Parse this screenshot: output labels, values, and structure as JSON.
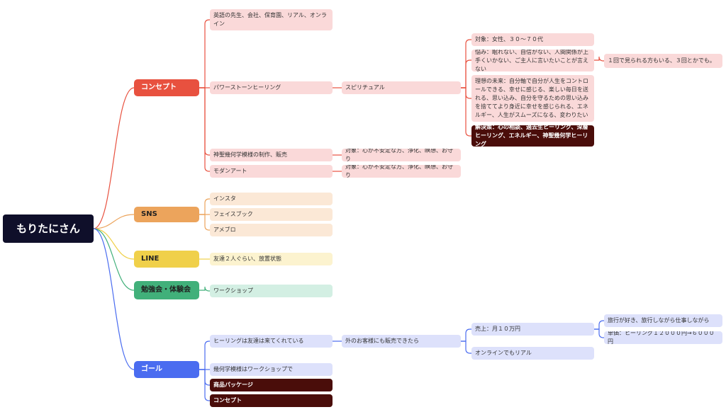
{
  "root": "もりたにさん",
  "branches": {
    "concept": {
      "label": "コンセプト",
      "color": "#e8513f",
      "items": {
        "teacher": "英語の先生、会社、保育園、リアル、オンライン",
        "powerstone": "パワーストーンヒーリング",
        "spiritual": "スピリチュアル",
        "target": "対象：女性、３０〜７０代",
        "worry": "悩み：眠れない、自信がない、人間関係が上手くいかない、ご主人に言いたいことが言えない",
        "worry_note": "１回で見られる方もいる、３回とかでも。",
        "ideal": "理想の未来：自分軸で自分が人生をコントロールできる、幸せに感じる、楽しい毎日を送れる、思い込み、自分を守るための思い込みを捨ててより身近に幸せを感じられる、エネルギー、人生がスムーズになる、変わりたい",
        "solution": "解決策：心の相談、過去生ヒーリング、深層ヒーリング、エネルギー、神聖幾何学ヒーリング",
        "geometry": "神聖幾何学模様の制作、販売",
        "geometry_target": "対象：心が不安定な方、浄化、瞑想、お守り",
        "modern": "モダンアート",
        "modern_target": "対象：心が不安定な方、浄化、瞑想、お守り"
      }
    },
    "sns": {
      "label": "SNS",
      "color": "#eca45c",
      "items": {
        "insta": "インスタ",
        "facebook": "フェイスブック",
        "ameblo": "アメブロ"
      }
    },
    "line": {
      "label": "LINE",
      "color": "#f0d04a",
      "items": {
        "friends": "友達２人ぐらい、放置状態"
      }
    },
    "study": {
      "label": "勉強会・体験会",
      "color": "#41b07a",
      "items": {
        "workshop": "ワークショップ"
      }
    },
    "goal": {
      "label": "ゴール",
      "color": "#4a6cf0",
      "items": {
        "healing": "ヒーリングは友達は来てくれている",
        "outside": "外のお客様にも販売できたら",
        "sales": "売上：月１０万円",
        "travel": "旅行が好き、旅行しながら仕事しながら",
        "price": "単価：ヒーリング１２０００円→６０００円",
        "online": "オンラインでもリアル",
        "geometry_ws": "幾何学模様はワークショップで",
        "package": "商品パッケージ",
        "concept": "コンセプト"
      }
    }
  }
}
